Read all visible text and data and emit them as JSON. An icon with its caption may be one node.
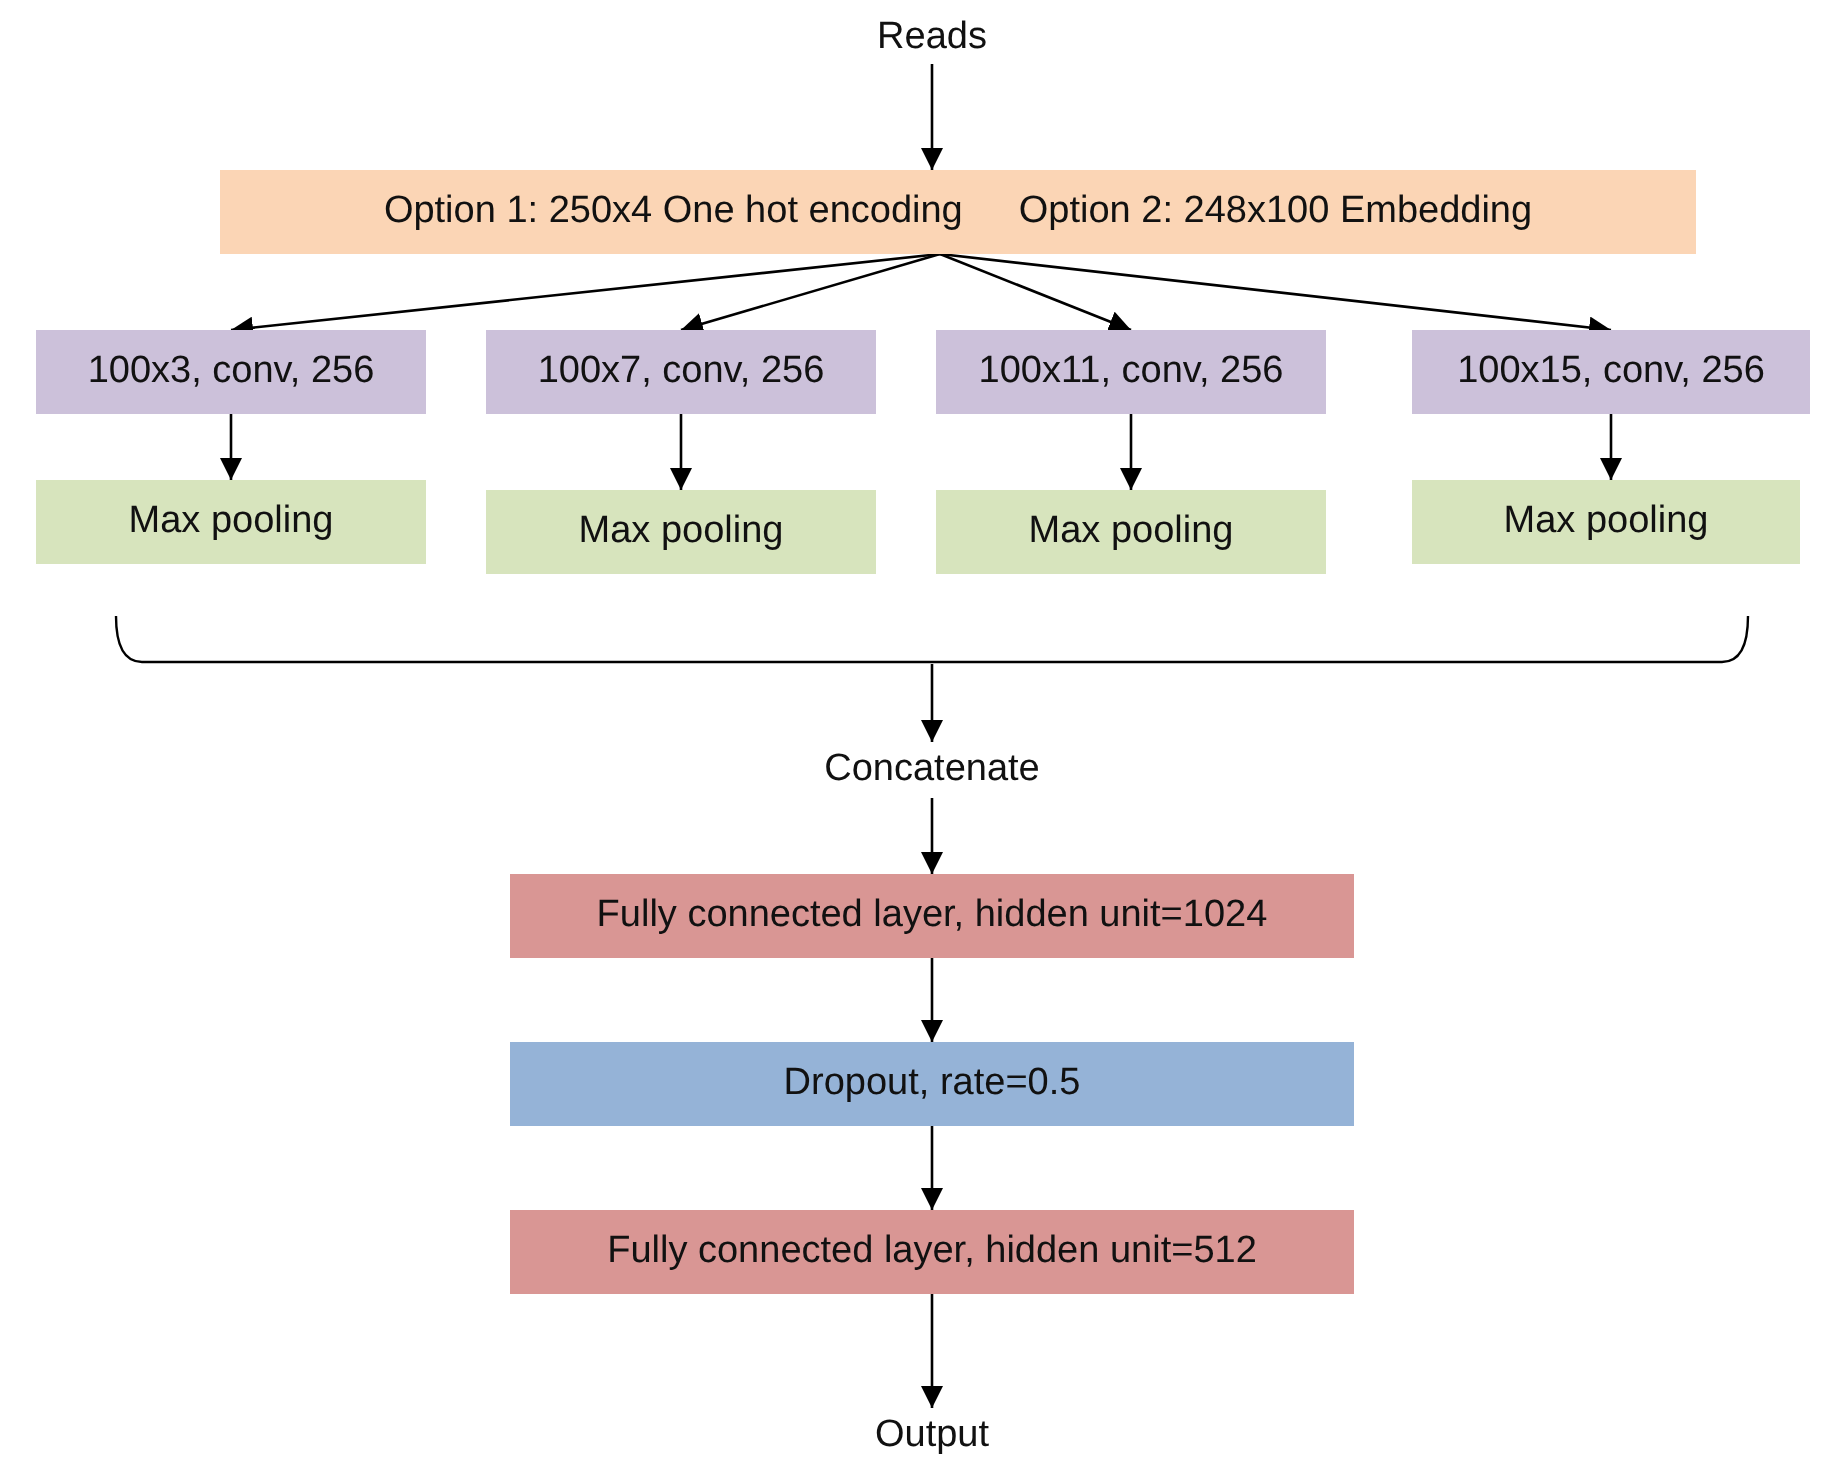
{
  "diagram": {
    "nodes": [
      {
        "text": [
          "Reads"
        ]
      },
      {
        "text": [
          "Option 1: 250x4 One hot encoding",
          "Option 2: 248x100 Embedding"
        ]
      },
      {
        "text": [
          "100x3, conv, 256"
        ]
      },
      {
        "text": [
          "100x7, conv, 256"
        ]
      },
      {
        "text": [
          "100x11, conv, 256"
        ]
      },
      {
        "text": [
          "100x15, conv, 256"
        ]
      },
      {
        "text": [
          "Max pooling"
        ]
      },
      {
        "text": [
          "Max pooling"
        ]
      },
      {
        "text": [
          "Max pooling"
        ]
      },
      {
        "text": [
          "Max pooling"
        ]
      },
      {
        "text": [],
        "shape": "bracket"
      },
      {
        "text": [
          "Concatenate"
        ]
      },
      {
        "text": [
          "Fully connected layer, hidden unit=1024"
        ]
      },
      {
        "text": [
          "Dropout, rate=0.5"
        ]
      },
      {
        "text": [
          "Fully connected layer, hidden unit=512"
        ]
      },
      {
        "text": [
          "Output"
        ]
      }
    ],
    "edges": [
      {
        "from": 0,
        "to": 1,
        "arrow": "to"
      },
      {
        "from": 1,
        "to": 2,
        "arrow": "to"
      },
      {
        "from": 1,
        "to": 3,
        "arrow": "to"
      },
      {
        "from": 1,
        "to": 4,
        "arrow": "to"
      },
      {
        "from": 1,
        "to": 5,
        "arrow": "to"
      },
      {
        "from": 2,
        "to": 6,
        "arrow": "to"
      },
      {
        "from": 3,
        "to": 7,
        "arrow": "to"
      },
      {
        "from": 4,
        "to": 8,
        "arrow": "to"
      },
      {
        "from": 5,
        "to": 9,
        "arrow": "to"
      },
      {
        "from": 10,
        "to": 11,
        "arrow": "to"
      },
      {
        "from": 11,
        "to": 12,
        "arrow": "to"
      },
      {
        "from": 12,
        "to": 13,
        "arrow": "to"
      },
      {
        "from": 13,
        "to": 14,
        "arrow": "to"
      },
      {
        "from": 14,
        "to": 15,
        "arrow": "to"
      }
    ]
  }
}
